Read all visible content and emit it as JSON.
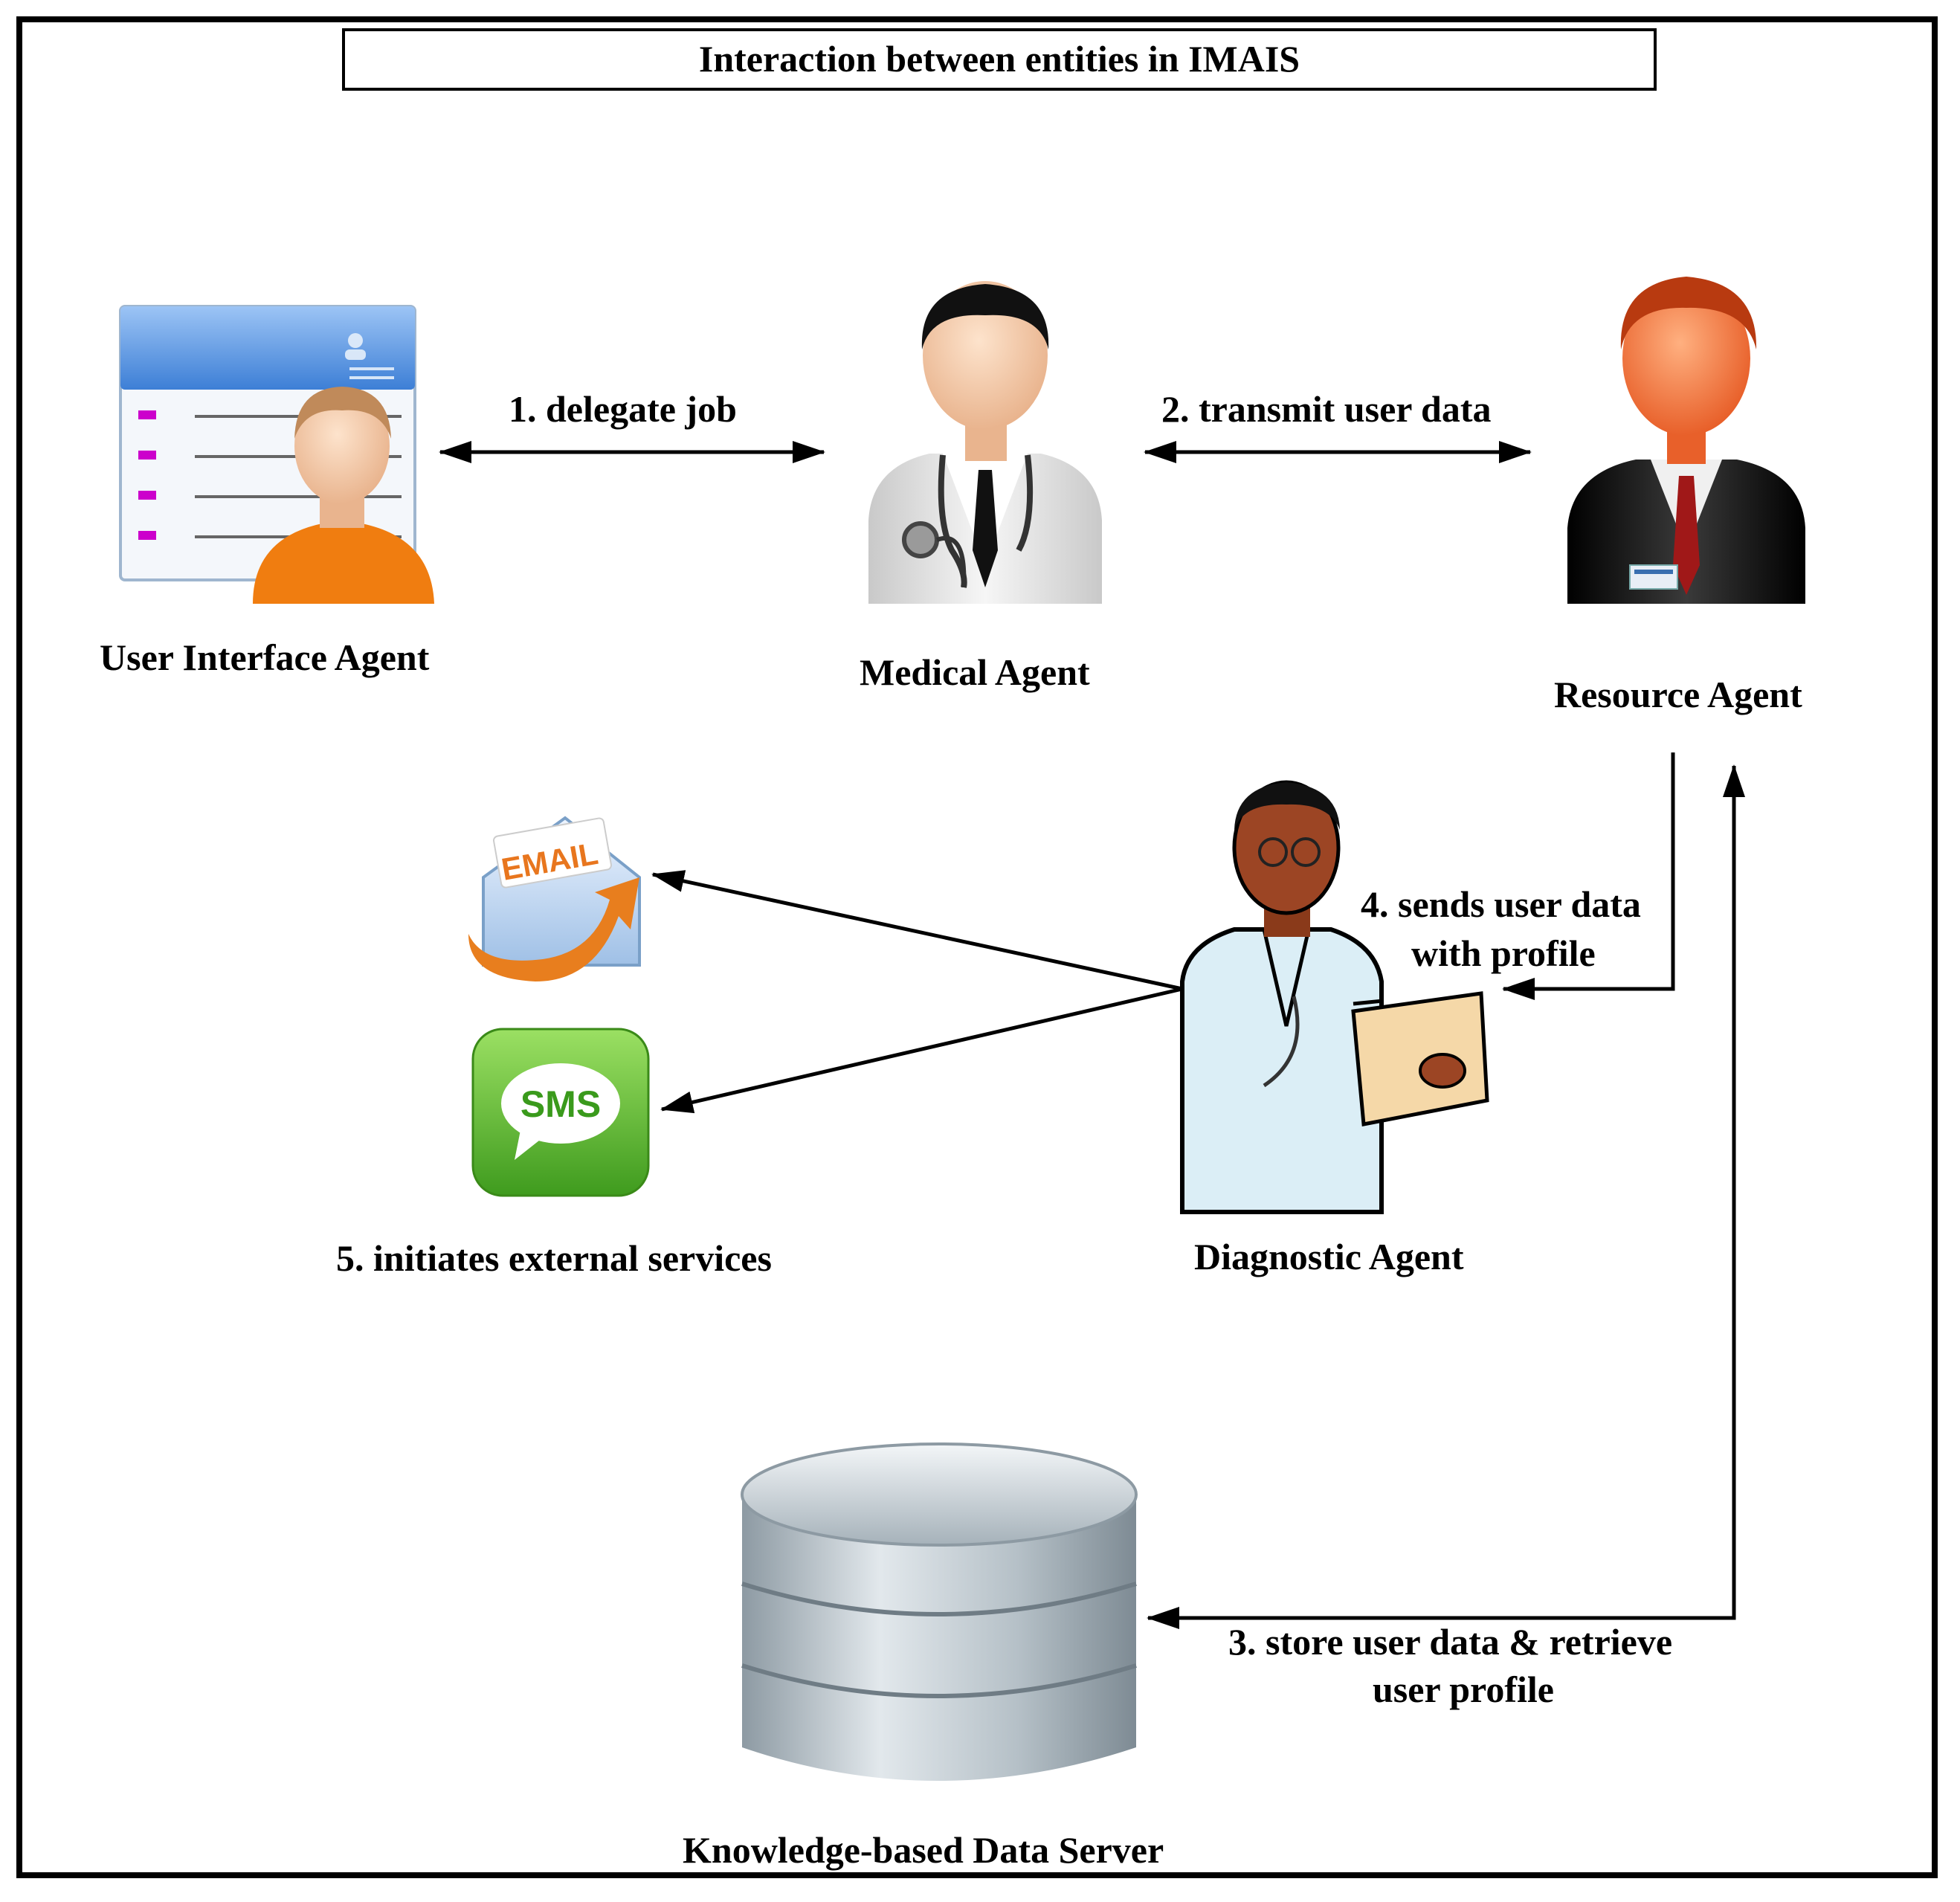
{
  "title": "Interaction between entities in IMAIS",
  "nodes": {
    "ui_agent": "User Interface Agent",
    "medical_agent": "Medical Agent",
    "resource_agent": "Resource Agent",
    "diagnostic_agent": "Diagnostic Agent",
    "data_server": "Knowledge-based Data Server",
    "email_icon_label": "EMAIL",
    "sms_icon_label": "SMS"
  },
  "edges": {
    "delegate": "1. delegate job",
    "transmit": "2. transmit user data",
    "store_line1": "3. store user data & retrieve",
    "store_line2": "user profile",
    "sends_line1": "4. sends user data",
    "sends_line2": "with profile",
    "initiates": "5. initiates external services"
  },
  "colors": {
    "frame": "#000000",
    "ui_header": "#4a8fe0",
    "ui_person_shirt": "#f07d10",
    "ui_bullet": "#cc00cc",
    "doctor_coat": "#e8e8e8",
    "resource_hair": "#b83a10",
    "resource_suit": "#1a1a1a",
    "email_arrow": "#e87e1e",
    "sms_green": "#55b830",
    "db_silver": "#b8c4cc"
  }
}
